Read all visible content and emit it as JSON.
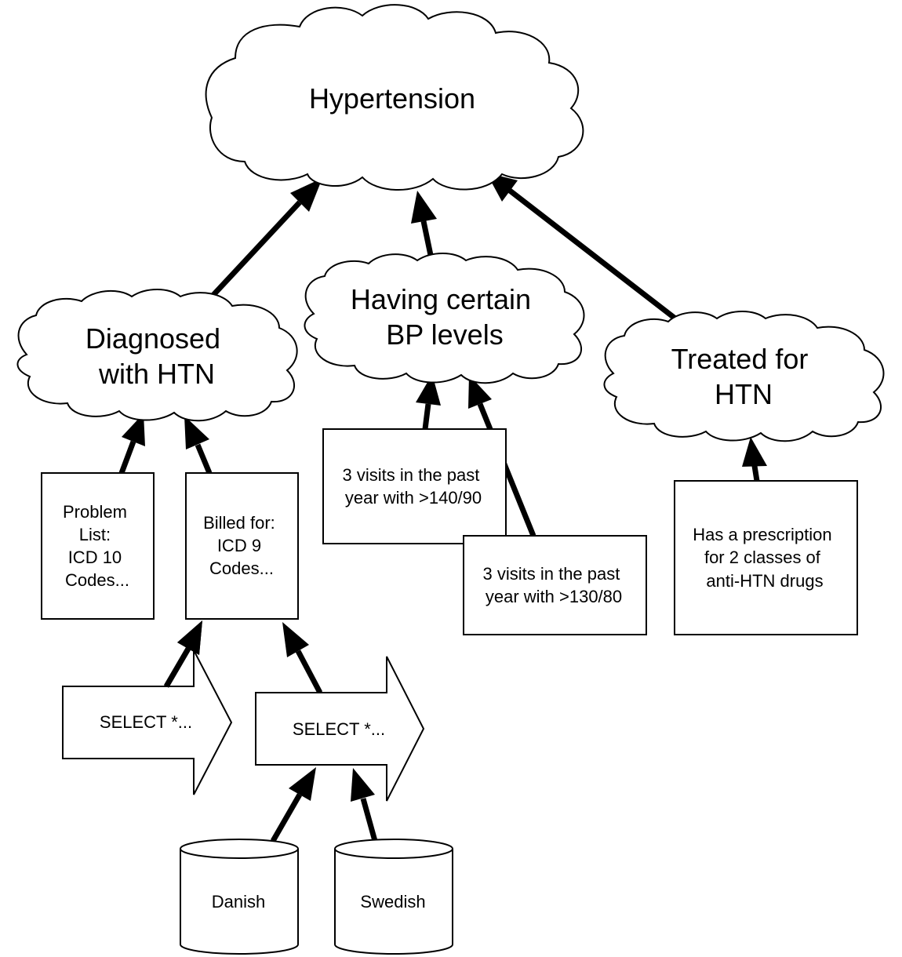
{
  "nodes": {
    "hypertension": {
      "lines": [
        "Hypertension"
      ]
    },
    "diagnosed": {
      "lines": [
        "Diagnosed",
        "with HTN"
      ]
    },
    "bp_levels": {
      "lines": [
        "Having certain",
        "BP levels"
      ]
    },
    "treated": {
      "lines": [
        "Treated for",
        "HTN"
      ]
    },
    "problem_list": {
      "lines": [
        "Problem",
        "List:",
        "ICD 10",
        "Codes..."
      ]
    },
    "billed_for": {
      "lines": [
        "Billed for:",
        "ICD 9",
        "Codes..."
      ]
    },
    "visits_140": {
      "lines": [
        "3 visits in the past",
        "year with >140/90"
      ]
    },
    "visits_130": {
      "lines": [
        "3 visits in the past",
        "year with >130/80"
      ]
    },
    "prescription": {
      "lines": [
        "Has a prescription",
        "for 2 classes of",
        "anti-HTN drugs"
      ]
    },
    "select_left": {
      "lines": [
        "SELECT *..."
      ]
    },
    "select_right": {
      "lines": [
        "SELECT *..."
      ]
    },
    "danish": {
      "lines": [
        "Danish"
      ]
    },
    "swedish": {
      "lines": [
        "Swedish"
      ]
    }
  }
}
